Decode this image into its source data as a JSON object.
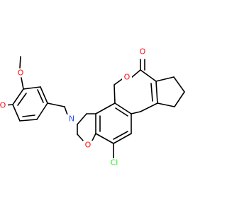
{
  "atom_colors": {
    "O": "#ff0d0d",
    "N": "#3050f8",
    "Cl": "#1ff01f"
  },
  "atoms": {
    "o_carbonyl": "O",
    "o_lactone": "O",
    "o_oxazine": "O",
    "n_amine": "N",
    "cl_sub": "Cl",
    "o_methoxy_top": "O",
    "o_methoxy_bottom": "O"
  }
}
